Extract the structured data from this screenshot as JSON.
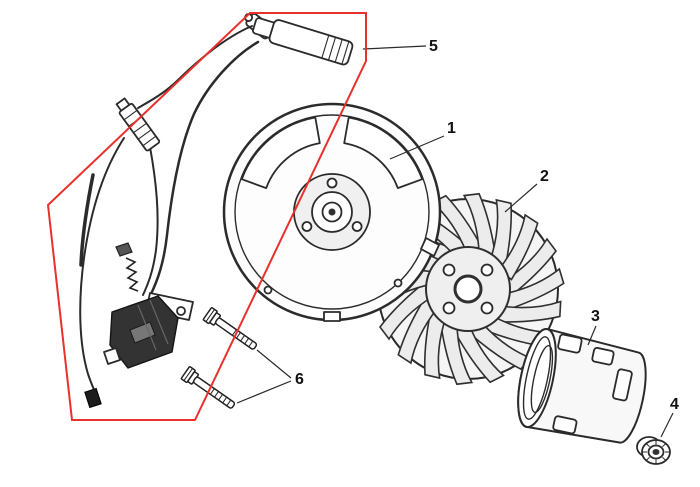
{
  "page": {
    "background_color": "#ffffff"
  },
  "diagram": {
    "kind": "exploded-parts-line-drawing",
    "line_color": "#2b2b2b",
    "highlight_color": "#e8312d",
    "highlighted_assembly": "ignition-coil-with-spark-plug-cap",
    "callouts": [
      {
        "label": "1",
        "part": "flywheel-magneto"
      },
      {
        "label": "2",
        "part": "cooling-fan-wheel"
      },
      {
        "label": "3",
        "part": "starter-pulley-cup"
      },
      {
        "label": "4",
        "part": "flange-nut"
      },
      {
        "label": "5",
        "part": "spark-plug-cap-and-lead"
      },
      {
        "label": "6",
        "part": "mounting-bolts"
      }
    ]
  }
}
